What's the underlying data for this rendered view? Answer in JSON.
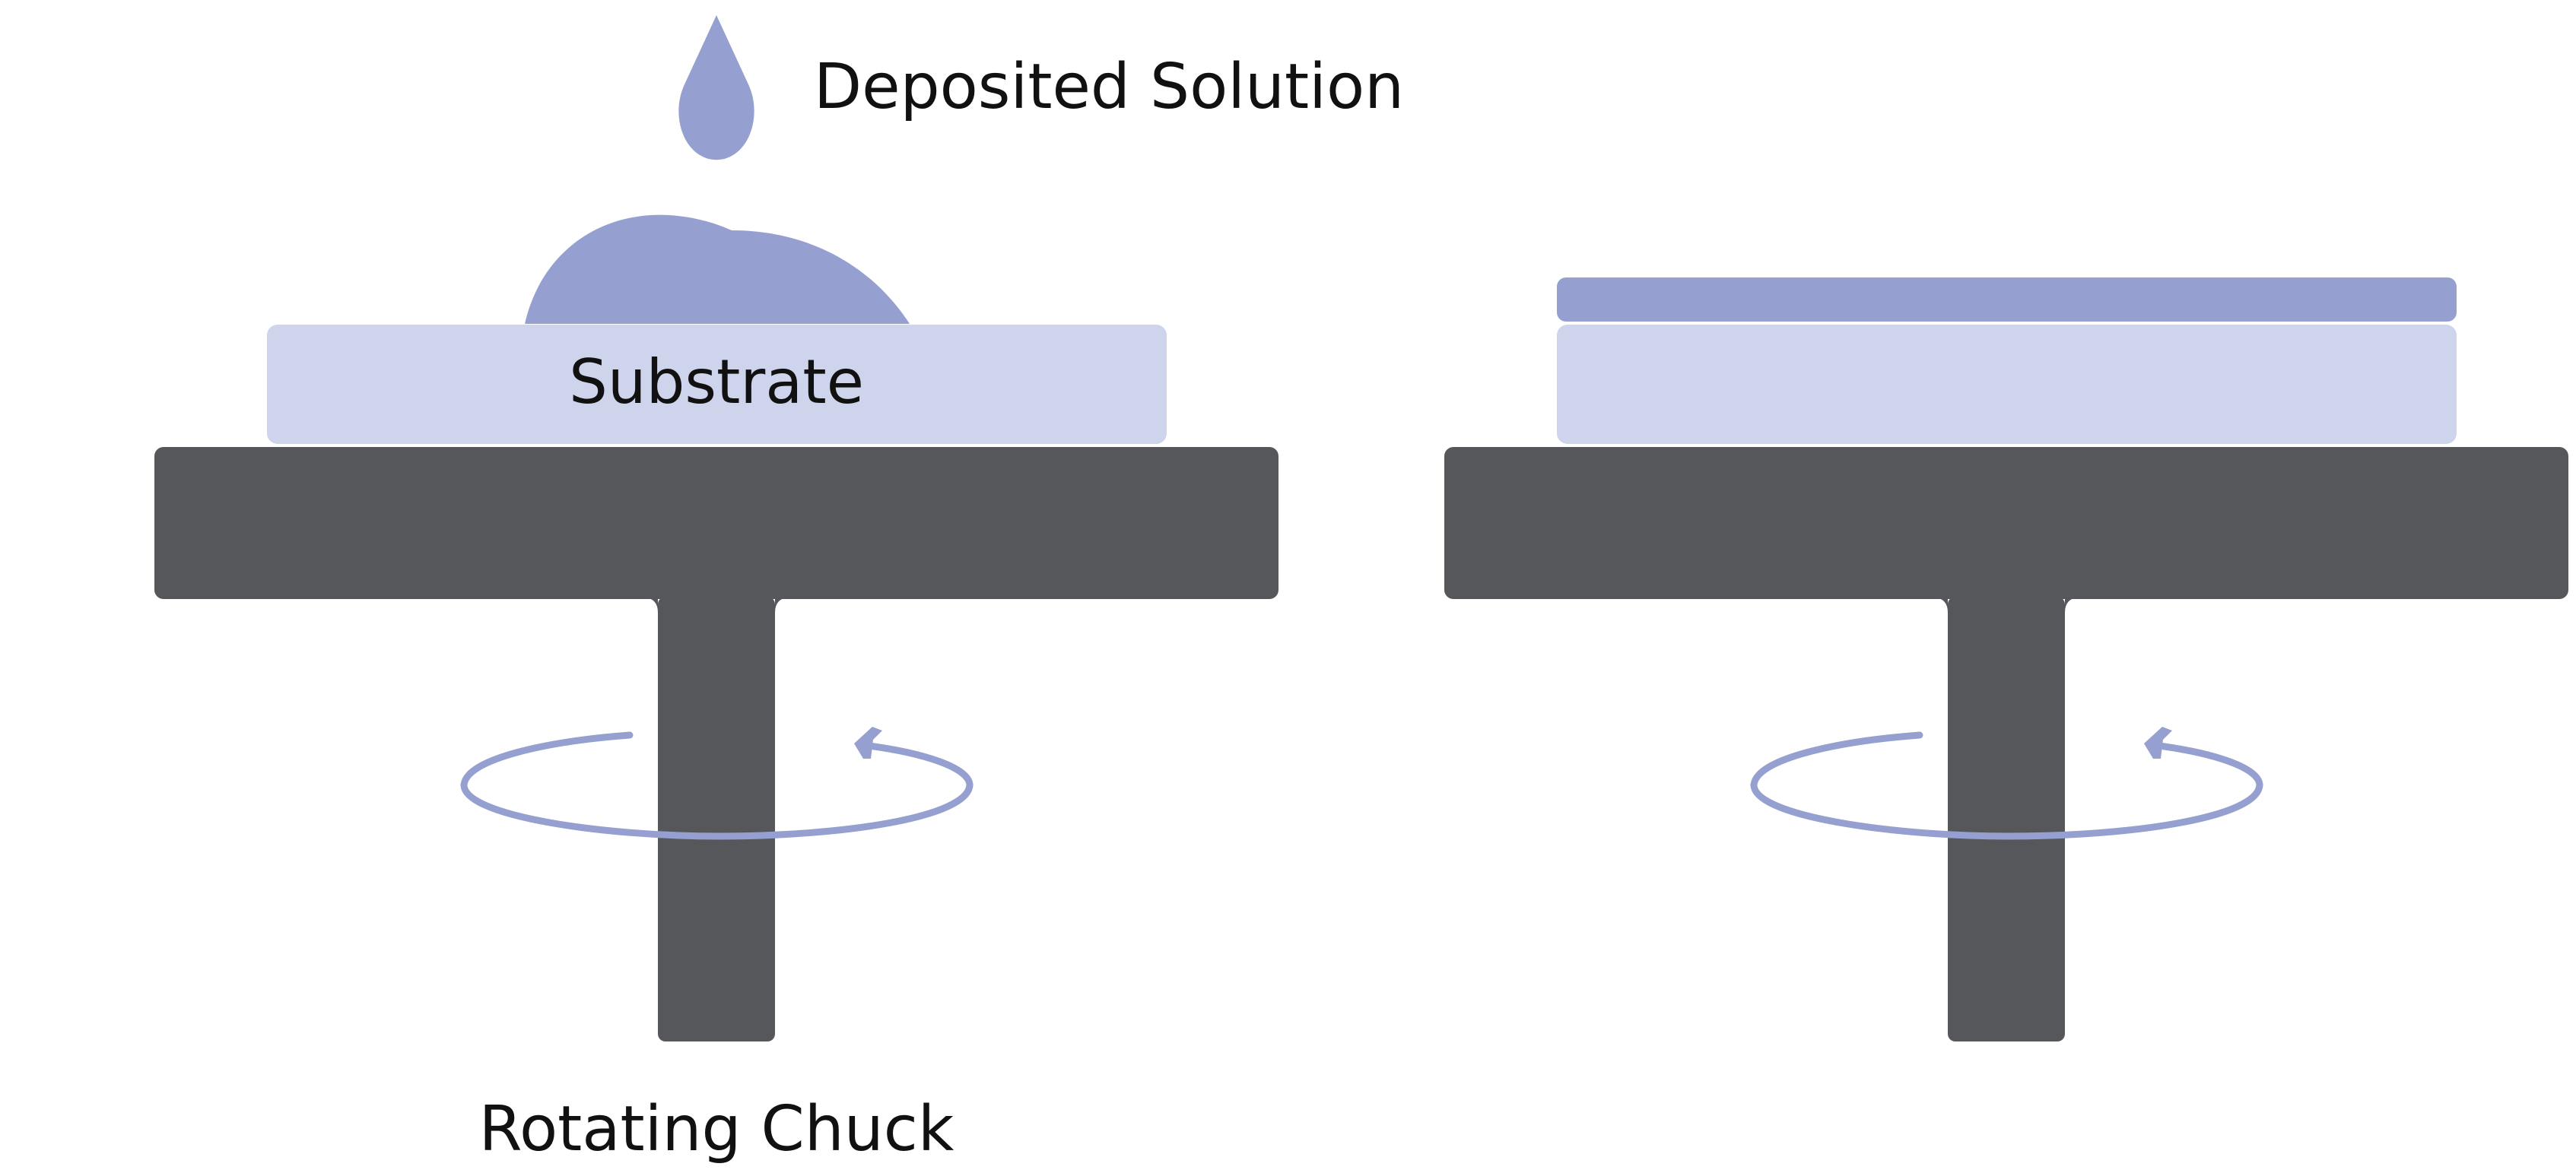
{
  "labels": {
    "deposited_solution": "Deposited Solution",
    "substrate": "Substrate",
    "rotating_chuck": "Rotating Chuck"
  },
  "colors": {
    "chuck": "#56575b",
    "substrate": "#cdd4eb",
    "solution": "#95a0d0",
    "text": "#111111",
    "background": "#ffffff"
  },
  "panels": [
    {
      "stage": "solution deposited on substrate"
    },
    {
      "stage": "uniform thin film after spinning"
    }
  ]
}
